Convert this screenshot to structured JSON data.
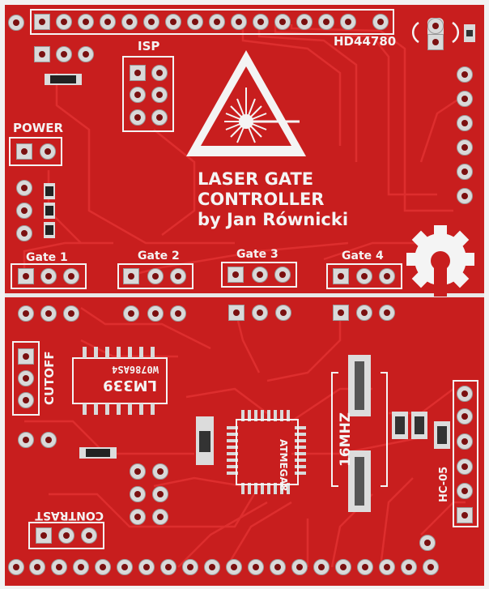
{
  "board": {
    "colors": {
      "substrate": "#c81e1e",
      "copper_trace": "#e03030",
      "silkscreen": "#f4f4f4",
      "pad": "#d9d9d9",
      "chip": "#7a7a7a",
      "background": "#f2f2f2"
    },
    "labels": {
      "lcd": "HD44780",
      "isp": "ISP",
      "power": "POWER",
      "title_line1": "LASER GATE",
      "title_line2": "CONTROLLER",
      "title_line3": "by Jan Równicki",
      "gate1": "Gate 1",
      "gate2": "Gate 2",
      "gate3": "Gate 3",
      "gate4": "Gate 4",
      "cutoff": "CUTOFF",
      "contrast": "CONTRAST",
      "comparator": "LM339",
      "comparator_code": "W0786AS4",
      "mcu": "ATMEGA8",
      "crystal": "16MHZ",
      "bluetooth": "HC-05"
    },
    "icons": [
      "laser-warning-icon",
      "open-hardware-gear-icon",
      "antenna-icon"
    ]
  }
}
